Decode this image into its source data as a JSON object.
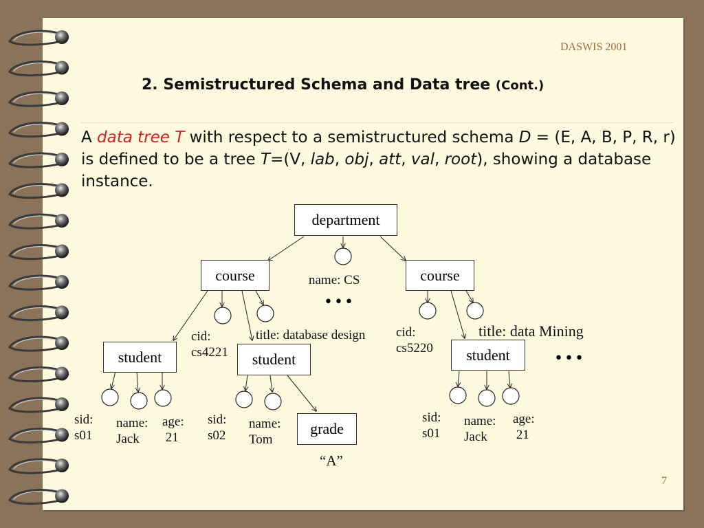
{
  "slide": {
    "header_tag": "DASWIS 2001",
    "title_main": "2. Semistructured Schema and Data tree",
    "title_cont": "(Cont.)",
    "page_number": "7"
  },
  "body": {
    "t1": "A ",
    "t2": "data tree T",
    "t3": " with respect to a semistructured schema ",
    "t4": "D",
    "t5": " = (E, A, B, P, R, r) is defined to be a tree ",
    "t6": "T",
    "t7": "=(V, ",
    "t8": "lab",
    "t9": ", ",
    "t10": "obj",
    "t11": ", ",
    "t12": "att",
    "t13": ", ",
    "t14": "val",
    "t15": ", ",
    "t16": "root",
    "t17": "), showing a database instance."
  },
  "tree": {
    "boxes": {
      "department": "department",
      "course_left": "course",
      "course_right": "course",
      "student_1": "student",
      "student_2": "student",
      "student_3": "student",
      "grade": "grade"
    },
    "labels": {
      "name_cs": "name: CS",
      "cid_left": "cid:\ncs4221",
      "title_db": "title: database design",
      "cid_right": "cid:\ncs5220",
      "title_dm": "title: data Mining",
      "s1_sid": "sid:\ns01",
      "s1_name": "name:\nJack",
      "s1_age": "age:\n 21",
      "s2_sid": "sid:\ns02",
      "s2_name": "name:\nTom",
      "grade_value": "“A”",
      "s3_sid": "sid:\ns01",
      "s3_name": "name:\nJack",
      "s3_age": "age:\n 21"
    },
    "ellipsis": "•••"
  },
  "colors": {
    "background": "#8a7358",
    "paper": "#fcf9de",
    "accent_red": "#cc2222",
    "header_tag": "#9b6a3c"
  }
}
